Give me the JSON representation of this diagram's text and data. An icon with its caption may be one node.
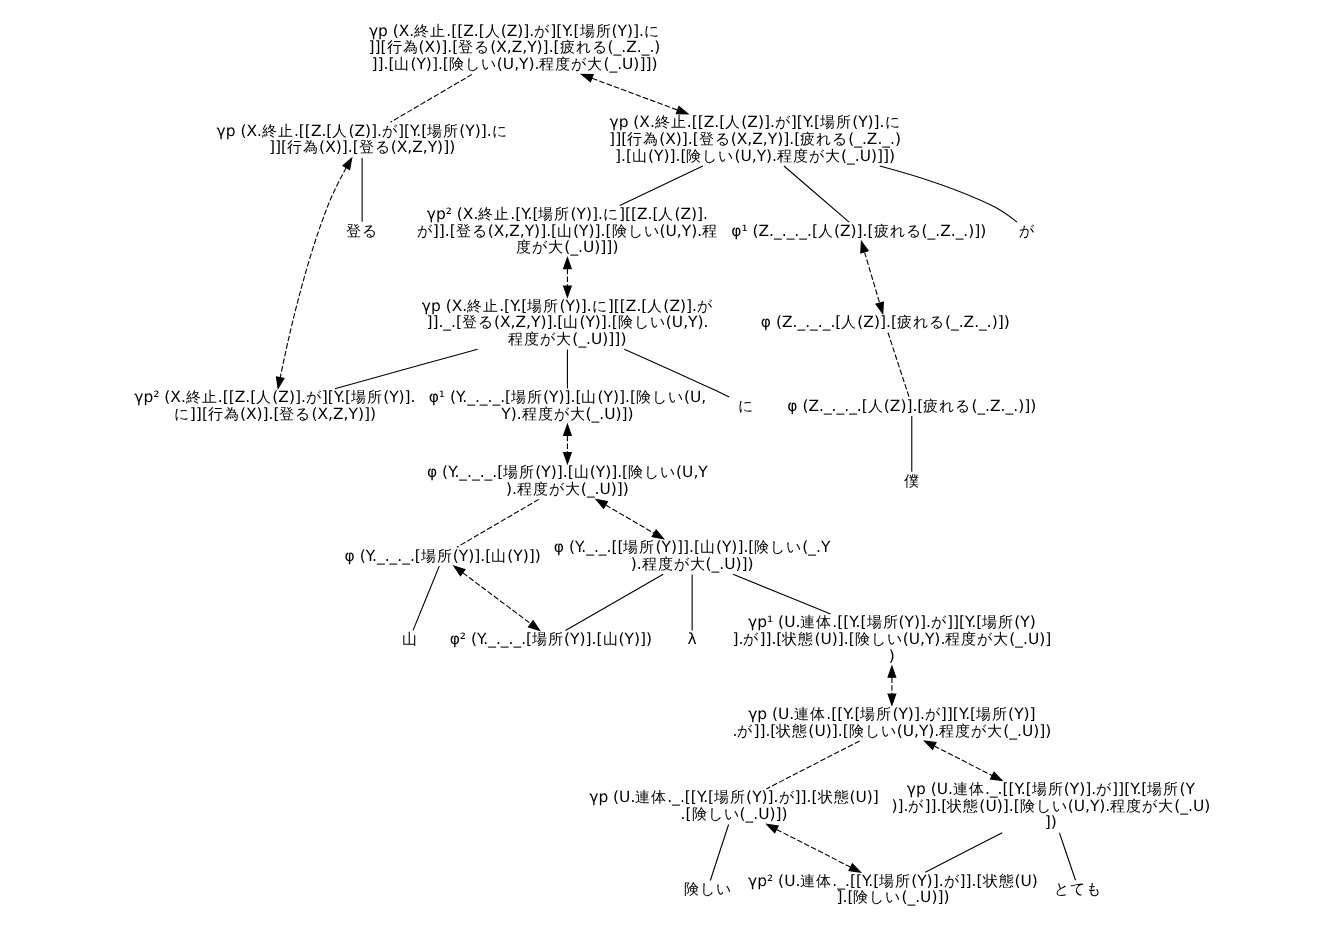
{
  "diagram": {
    "nodes": [
      {
        "text": [
          "γp (X.終止.[[Z.[人(Z)].が][Y.[場所(Y)].に]][行為(X)].[登る(X,Z,Y)].[疲れる(_.Z._.)]].[山(Y)].[険しい(U,Y).程度が大(_.U)]])"
        ]
      },
      {
        "text": [
          "γp (X.終止.[[Z.[人(Z)].が][Y.[場所(Y)].に]][行為(X)].[登る(X,Z,Y)])"
        ]
      },
      {
        "text": [
          "登る"
        ]
      },
      {
        "text": [
          "γp (X.終止.[[Z.[人(Z)].が][Y.[場所(Y)].に]][行為(X)].[登る(X,Z,Y)].[疲れる(_.Z._.)].[山(Y)].[険しい(U,Y).程度が大(_.U)]])"
        ]
      },
      {
        "text": [
          "φ¹ (Z._._._.[人(Z)].[疲れる(_.Z._.)])"
        ]
      },
      {
        "text": [
          "が"
        ]
      },
      {
        "text": [
          "γp² (X.終止.[Y.[場所(Y)].に][[Z.[人(Z)].が]].[登る(X,Z,Y)].[山(Y)].[険しい(U,Y).程度が大(_.U)]])"
        ]
      },
      {
        "text": [
          "φ (Z._._._.[人(Z)].[疲れる(_.Z._.)])"
        ]
      },
      {
        "text": [
          "φ (Z._._._.[人(Z)].[疲れる(_.Z._.)])"
        ]
      },
      {
        "text": [
          "僕"
        ]
      },
      {
        "text": [
          "γp (X.終止.[Y.[場所(Y)].に][[Z.[人(Z)].が]]._.[登る(X,Z,Y)].[山(Y)].[険しい(U,Y).程度が大(_.U)]])"
        ]
      },
      {
        "text": [
          "に"
        ]
      },
      {
        "text": [
          "γp² (X.終止.[[Z.[人(Z)].が][Y.[場所(Y)].に]][行為(X)].[登る(X,Z,Y)])"
        ]
      },
      {
        "text": [
          "φ¹ (Y._._._.[場所(Y)].[山(Y)].[険しい(U,Y).程度が大(_.U)])"
        ]
      },
      {
        "text": [
          "φ (Y._._._.[場所(Y)].[山(Y)].[険しい(U,Y).程度が大(_.U)])"
        ]
      },
      {
        "text": [
          "φ (Y._._._.[場所(Y)].[山(Y)])"
        ]
      },
      {
        "text": [
          "山"
        ]
      },
      {
        "text": [
          "φ (Y._._.[[場所(Y)]].[山(Y)].[険しい(_.Y).程度が大(_.U)])"
        ]
      },
      {
        "text": [
          "λ"
        ]
      },
      {
        "text": [
          "φ² (Y._._._.[場所(Y)].[山(Y)])"
        ]
      },
      {
        "text": [
          "γp¹ (U.連体.[[Y.[場所(Y)].が]][Y.[場所(Y)].が]].[状態(U)].[険しい(U,Y).程度が大(_.U)])"
        ]
      },
      {
        "text": [
          "γp (U.連体.[[Y.[場所(Y)].が]][Y.[場所(Y)].が]].[状態(U)].[険しい(U,Y).程度が大(_.U)])"
        ]
      },
      {
        "text": [
          "γp (U.連体._.[[Y.[場所(Y)].が]].[状態(U)].[険しい(_.U)])"
        ]
      },
      {
        "text": [
          "険しい"
        ]
      },
      {
        "text": [
          "γp (U.連体._.[[Y.[場所(Y)].が]][Y.[場所(Y)].が]].[状態(U)].[険しい(U,Y).程度が大(_.U)])"
        ]
      },
      {
        "text": [
          "γp² (U.連体._.[[Y.[場所(Y)].が]].[状態(U)].[険しい(_.U)])"
        ]
      },
      {
        "text": [
          "とても"
        ]
      }
    ],
    "edges": [
      {
        "from": 0,
        "to": 1,
        "arrow": "none",
        "style": "dashed"
      },
      {
        "from": 1,
        "to": 2,
        "arrow": "none"
      },
      {
        "from": 3,
        "to": 4,
        "arrow": "none"
      },
      {
        "from": 3,
        "to": 5,
        "arrow": "none"
      },
      {
        "from": 3,
        "to": 6,
        "arrow": "none"
      },
      {
        "from": 7,
        "to": 8,
        "arrow": "none",
        "style": "dashed"
      },
      {
        "from": 8,
        "to": 9,
        "arrow": "none"
      },
      {
        "from": 10,
        "to": 13,
        "arrow": "none"
      },
      {
        "from": 10,
        "to": 11,
        "arrow": "none"
      },
      {
        "from": 10,
        "to": 12,
        "arrow": "none"
      },
      {
        "from": 14,
        "to": 15,
        "arrow": "none",
        "style": "dashed"
      },
      {
        "from": 15,
        "to": 16,
        "arrow": "none"
      },
      {
        "from": 17,
        "to": 20,
        "arrow": "none"
      },
      {
        "from": 17,
        "to": 18,
        "arrow": "none"
      },
      {
        "from": 17,
        "to": 19,
        "arrow": "none"
      },
      {
        "from": 21,
        "to": 22,
        "arrow": "none",
        "style": "dashed"
      },
      {
        "from": 22,
        "to": 23,
        "arrow": "none"
      },
      {
        "from": 24,
        "to": 26,
        "arrow": "none"
      },
      {
        "from": 24,
        "to": 25,
        "arrow": "none"
      },
      {
        "from": 0,
        "to": 3,
        "arrow": "both",
        "style": "dashed"
      },
      {
        "from": 1,
        "to": 12,
        "arrow": "both",
        "style": "dashed"
      },
      {
        "from": 4,
        "to": 7,
        "arrow": "both",
        "style": "dashed"
      },
      {
        "from": 6,
        "to": 10,
        "arrow": "both",
        "style": "dashed"
      },
      {
        "from": 13,
        "to": 14,
        "arrow": "both",
        "style": "dashed"
      },
      {
        "from": 14,
        "to": 17,
        "arrow": "both",
        "style": "dashed"
      },
      {
        "from": 15,
        "to": 19,
        "arrow": "both",
        "style": "dashed"
      },
      {
        "from": 20,
        "to": 21,
        "arrow": "both",
        "style": "dashed"
      },
      {
        "from": 21,
        "to": 24,
        "arrow": "both",
        "style": "dashed"
      },
      {
        "from": 22,
        "to": 25,
        "arrow": "both",
        "style": "dashed"
      }
    ]
  }
}
